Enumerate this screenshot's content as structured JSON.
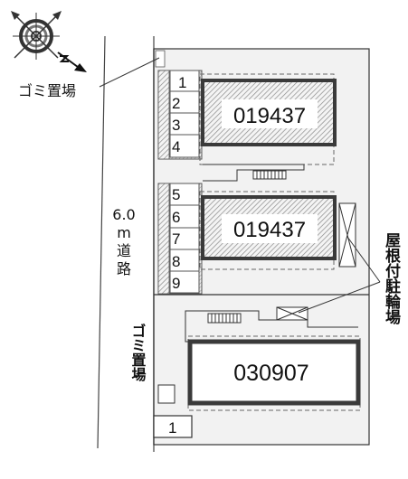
{
  "labels": {
    "garbage_top": "ゴミ置場",
    "garbage_left": "ゴミ置場",
    "road": [
      "6.0",
      "m",
      "道",
      "路"
    ],
    "bike_parking": "屋根付駐輪場"
  },
  "buildings": [
    {
      "id": "019437"
    },
    {
      "id": "019437"
    },
    {
      "id": "030907"
    }
  ],
  "parking_group_a": [
    "1",
    "2",
    "3",
    "4"
  ],
  "parking_group_b": [
    "5",
    "6",
    "7",
    "8",
    "9"
  ],
  "parking_bottom": [
    "1"
  ],
  "colors": {
    "lot": "#f2f2f2",
    "outline": "#333333",
    "building_border": "#3a3a3a",
    "hatch": "#999999"
  }
}
